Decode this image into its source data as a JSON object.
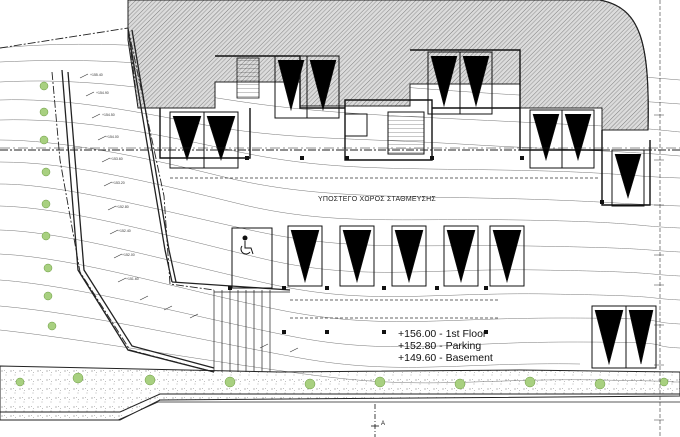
{
  "plan": {
    "title": "ΥΠΟΣΤΕΓΟ ΧΩΡΟΣ ΣΤΑΘΜΕΥΣΗΣ",
    "levels": [
      "+156.00 - 1st Floor",
      "+152.80 - Parking",
      "+149.60 - Basement"
    ],
    "section_marker": "A",
    "colors": {
      "line": "#1a1a1a",
      "hatch": "#6a6a6a",
      "hatch_fill": "#d8d8d8",
      "tree": "#8fc46a",
      "dim": "#333333"
    }
  }
}
